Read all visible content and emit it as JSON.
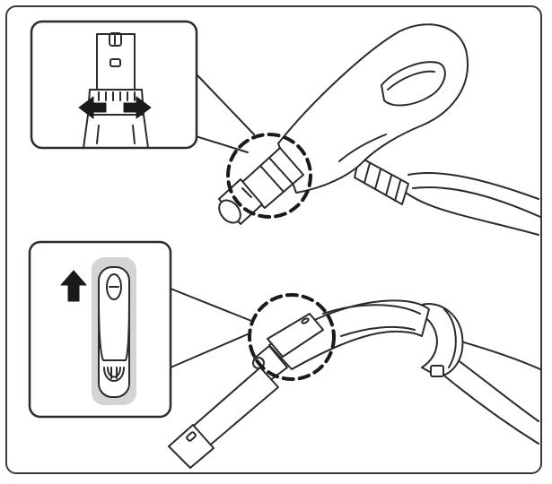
{
  "figure": {
    "panels": [
      {
        "id": "top",
        "subject": "hose-handle-with-release-collar",
        "callout_icon": "double-arrow-icon",
        "highlight": "dashed-circle"
      },
      {
        "id": "bottom",
        "subject": "hose-handle-with-slide-switch",
        "callout_icon": "up-arrow-icon",
        "highlight": "dashed-circle"
      }
    ]
  },
  "colors": {
    "line": "#2b2b2b",
    "fill": "#ffffff",
    "shade": "#d4d4d4",
    "frame": "#3a3a3a"
  }
}
